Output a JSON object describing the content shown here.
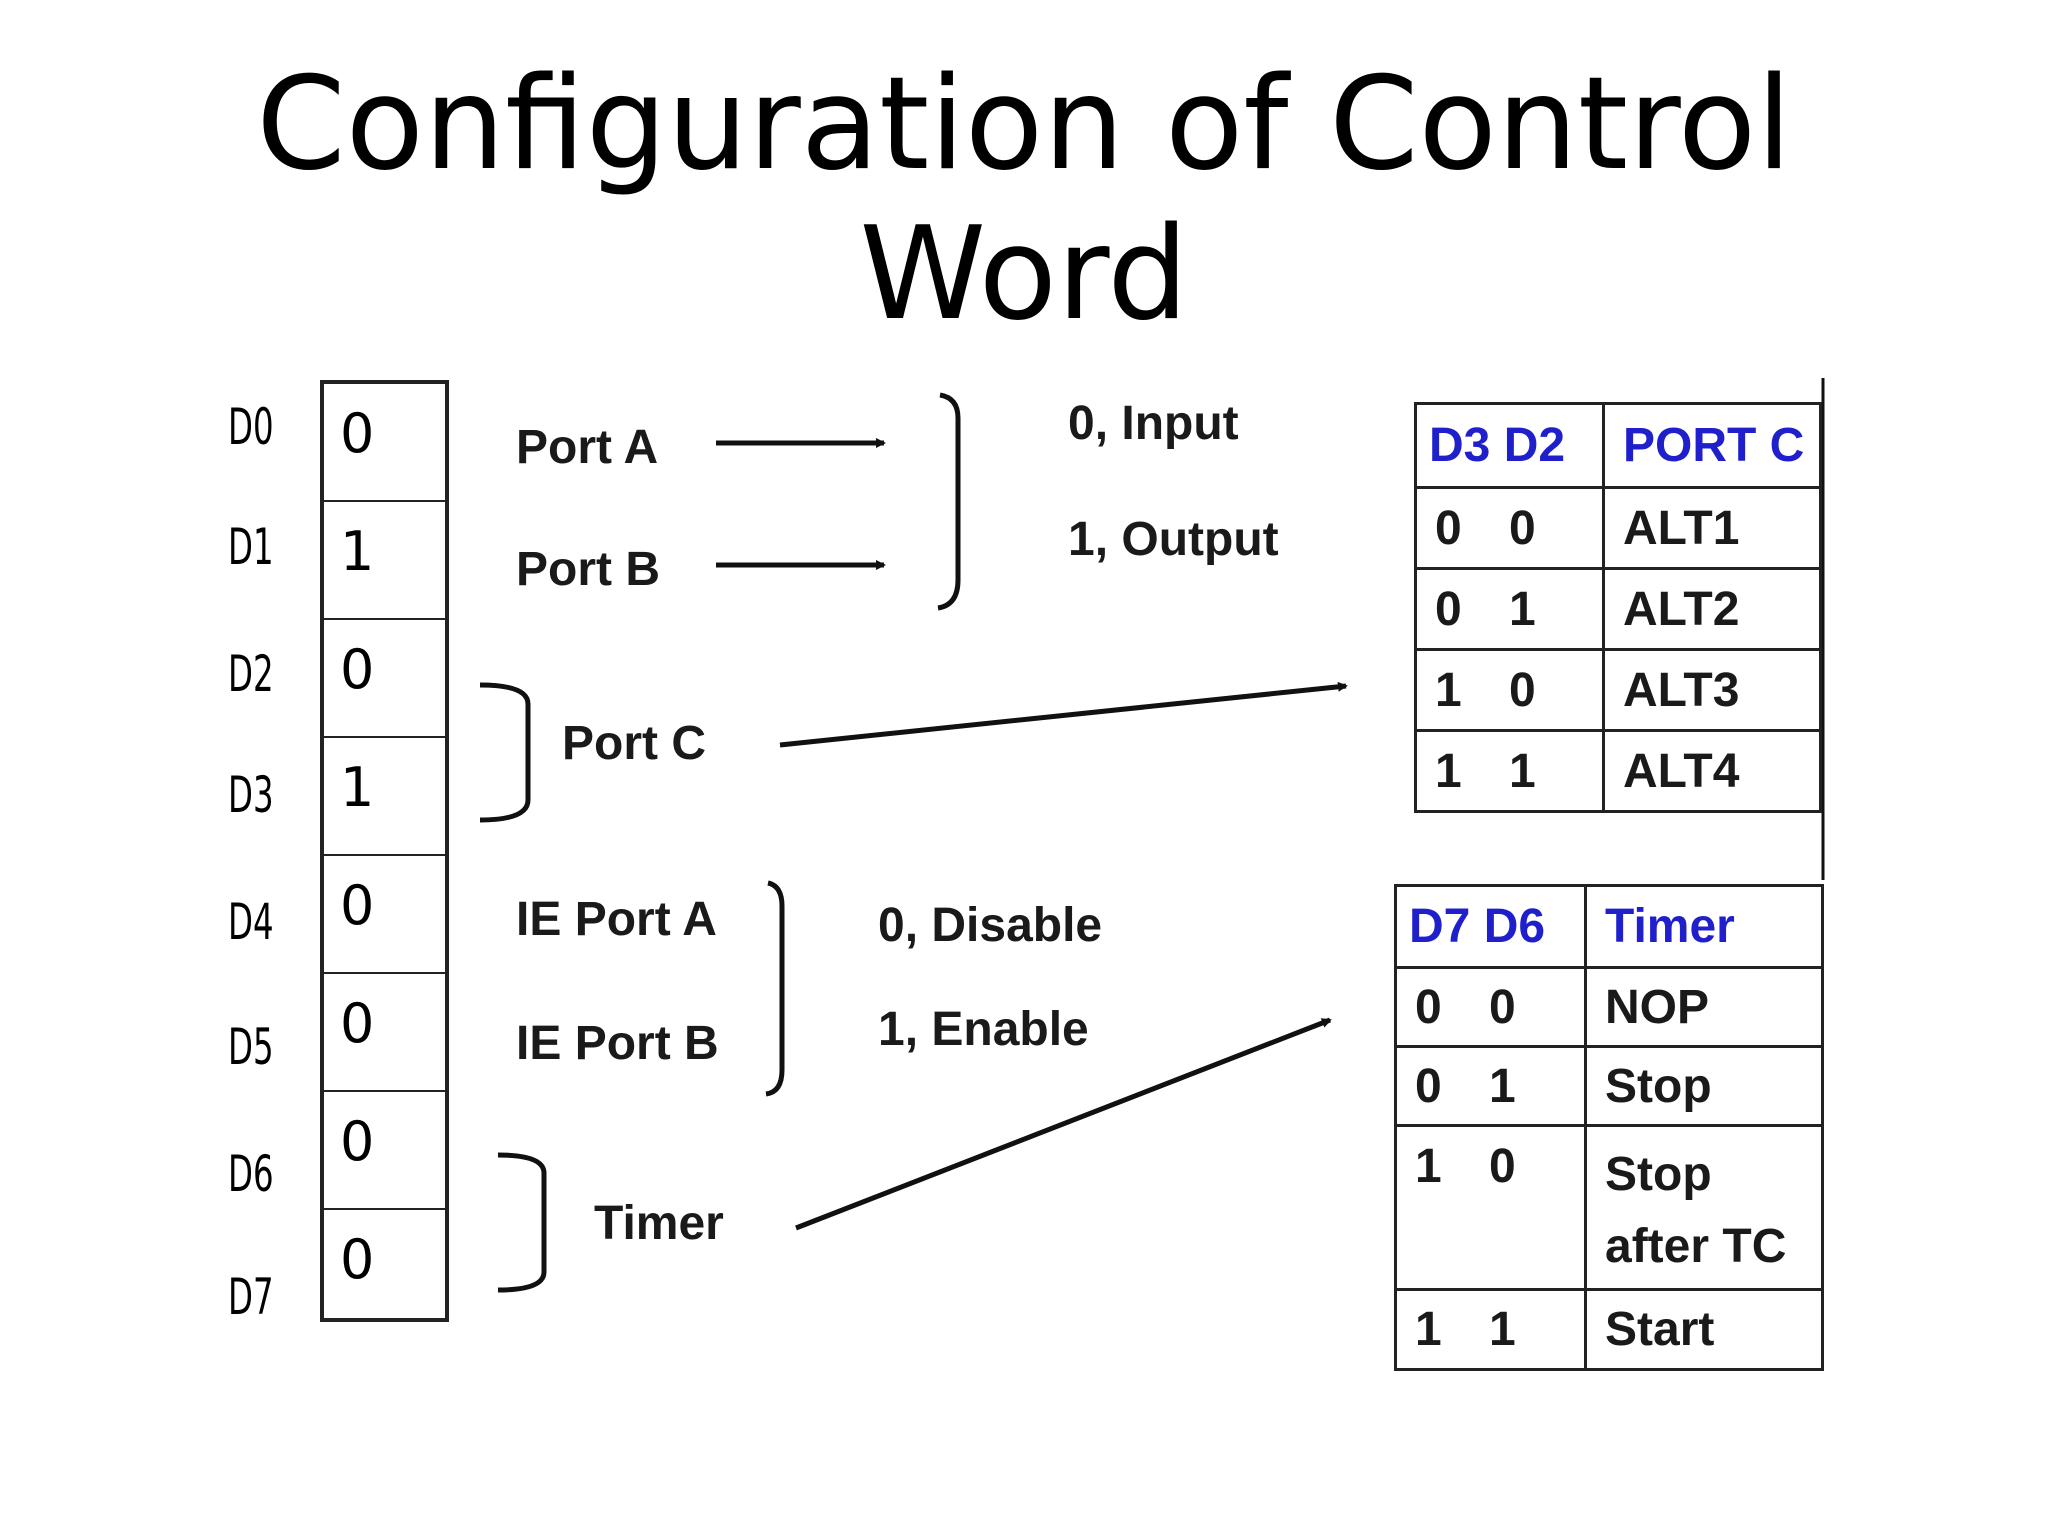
{
  "title": {
    "line1": "Configuration of Control",
    "line2": "Word"
  },
  "register": {
    "bits": [
      {
        "label": "D0",
        "value": "0"
      },
      {
        "label": "D1",
        "value": "1"
      },
      {
        "label": "D2",
        "value": "0"
      },
      {
        "label": "D3",
        "value": "1"
      },
      {
        "label": "D4",
        "value": "0"
      },
      {
        "label": "D5",
        "value": "0"
      },
      {
        "label": "D6",
        "value": "0"
      },
      {
        "label": "D7",
        "value": "0"
      }
    ]
  },
  "groups": {
    "port_a": "Port A",
    "port_b": "Port B",
    "port_ab_options": [
      "0, Input",
      "1, Output"
    ],
    "port_c": "Port C",
    "ie_port_a": "IE Port A",
    "ie_port_b": "IE Port B",
    "ie_options": [
      "0, Disable",
      "1, Enable"
    ],
    "timer": "Timer"
  },
  "port_c_table": {
    "headers": [
      "D3 D2",
      "PORT C"
    ],
    "rows": [
      [
        "0  0",
        "ALT1"
      ],
      [
        "0  1",
        "ALT2"
      ],
      [
        "1  0",
        "ALT3"
      ],
      [
        "1  1",
        "ALT4"
      ]
    ]
  },
  "timer_table": {
    "headers": [
      "D7 D6",
      "Timer"
    ],
    "rows": [
      [
        "0  0",
        "NOP"
      ],
      [
        "0  1",
        "Stop"
      ],
      [
        "1  0",
        "Stop\nafter TC"
      ],
      [
        "1  1",
        "Start"
      ]
    ]
  },
  "colors": {
    "header_blue": "#1f1fcc",
    "ink": "#1a1a1a"
  }
}
